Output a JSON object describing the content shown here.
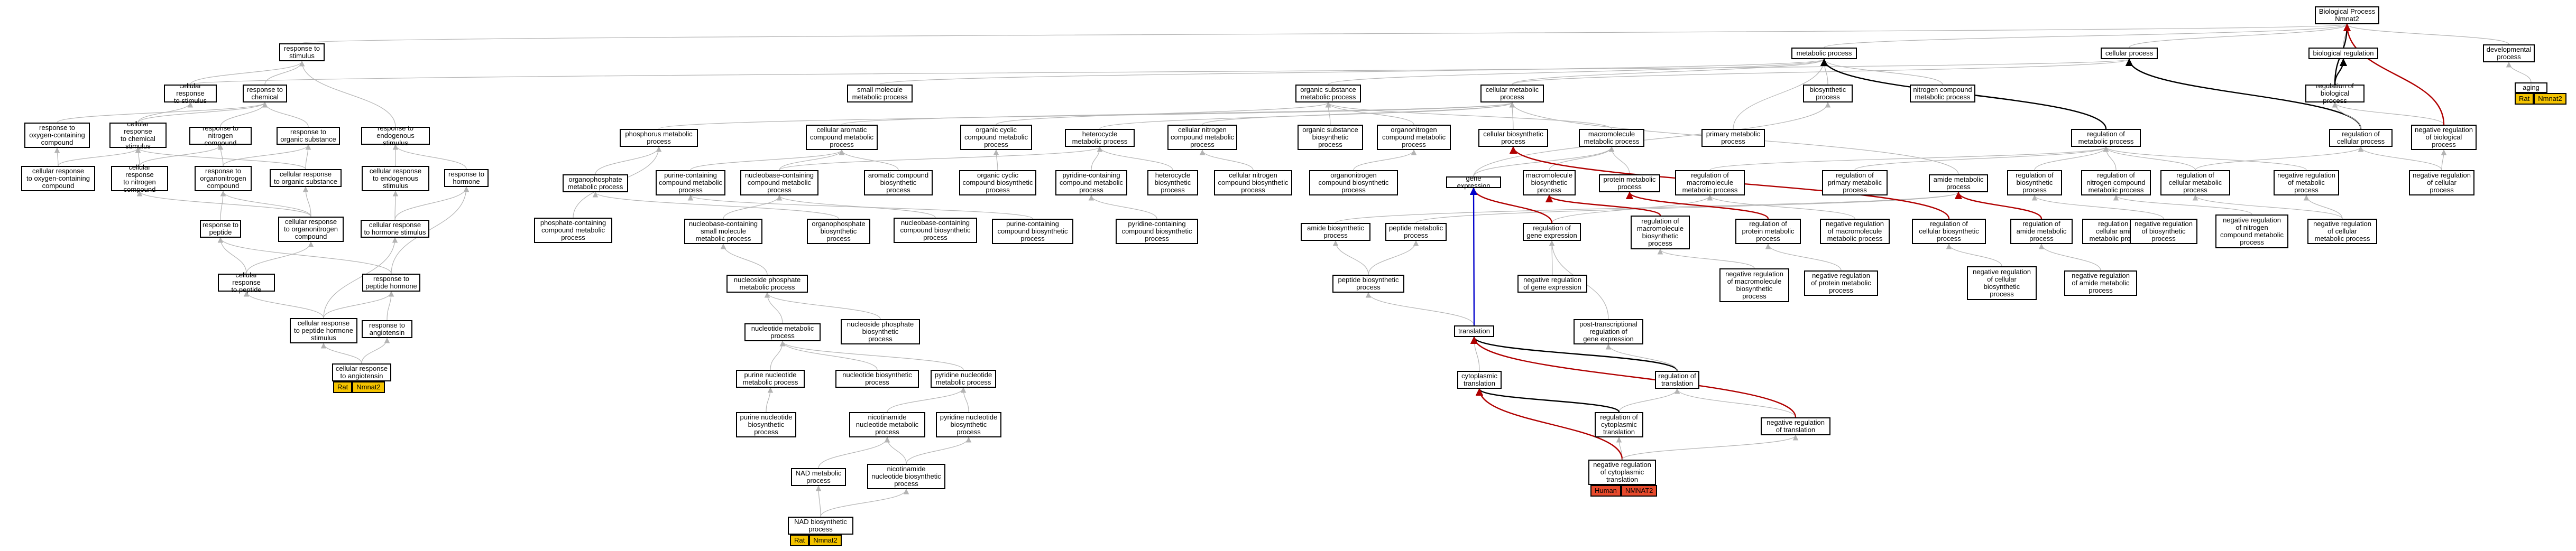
{
  "colors": {
    "arrow_grey": "#b4b4b4",
    "arrow_black": "#000000",
    "arrow_red": "#b00000",
    "arrow_blue": "#0000cc",
    "tag_yellow": "#f5c400",
    "tag_red": "#e84a2c"
  },
  "nodes": {
    "response_to_stimulus": "response to\nstimulus",
    "cellular_response_to_stimulus": "cellular response\nto stimulus",
    "response_to_chemical": "response to\nchemical",
    "resp_oxygen": "response to\noxygen-containing\ncompound",
    "cell_resp_chemical": "cellular response\nto chemical\nstimulus",
    "resp_nitrogen": "response to\nnitrogen compound",
    "resp_organic": "response to\norganic substance",
    "resp_endogenous": "response to\nendogenous stimulus",
    "cell_resp_oxygen": "cellular response\nto oxygen-containing\ncompound",
    "cell_resp_nitrogen": "cellular response\nto nitrogen\ncompound",
    "resp_organonitrogen": "response to\norganonitrogen\ncompound",
    "cell_resp_organic": "cellular response\nto organic substance",
    "cell_resp_endogenous": "cellular response\nto endogenous\nstimulus",
    "resp_hormone": "response to\nhormone",
    "resp_peptide": "response to\npeptide",
    "cell_resp_organonitrogen": "cellular response\nto organonitrogen\ncompound",
    "cell_resp_hormone": "cellular response\nto hormone stimulus",
    "cell_resp_peptide": "cellular response\nto peptide",
    "resp_peptide_hormone": "response to\npeptide hormone",
    "cell_resp_peptide_hormone": "cellular response\nto peptide hormone\nstimulus",
    "resp_angiotensin": "response to\nangiotensin",
    "cell_resp_angiotensin": "cellular response\nto angiotensin",
    "small_molecule": "small molecule\nmetabolic process",
    "organic_substance_metabolic": "organic substance\nmetabolic process",
    "cellular_metabolic": "cellular metabolic\nprocess",
    "metabolic_process": "metabolic process",
    "cellular_process": "cellular process",
    "biological_process": "Biological Process\nNmnat2",
    "biological_regulation": "biological regulation",
    "developmental_process": "developmental\nprocess",
    "aging": "aging",
    "phosphorus_metabolic": "phosphorus metabolic\nprocess",
    "cellular_aromatic": "cellular aromatic\ncompound metabolic\nprocess",
    "organic_cyclic_metabolic": "organic cyclic\ncompound metabolic\nprocess",
    "heterocycle_metabolic": "heterocycle\nmetabolic process",
    "cellular_nitrogen_metabolic": "cellular nitrogen\ncompound metabolic\nprocess",
    "organic_substance_biosynthetic": "organic substance\nbiosynthetic\nprocess",
    "organonitrogen_metabolic": "organonitrogen\ncompound metabolic\nprocess",
    "cellular_biosynthetic": "cellular biosynthetic\nprocess",
    "macromolecule_metabolic": "macromolecule\nmetabolic process",
    "primary_metabolic": "primary metabolic\nprocess",
    "biosynthetic_process": "biosynthetic\nprocess",
    "nitrogen_compound_metabolic": "nitrogen compound\nmetabolic process",
    "regulation_metabolic": "regulation of\nmetabolic process",
    "regulation_biological": "regulation of\nbiological process",
    "regulation_cellular": "regulation of\ncellular process",
    "neg_reg_biological": "negative regulation\nof biological\nprocess",
    "organophosphate_metabolic": "organophosphate\nmetabolic process",
    "purine_containing_metabolic": "purine-containing\ncompound metabolic\nprocess",
    "nucleobase_containing_metabolic": "nucleobase-containing\ncompound metabolic\nprocess",
    "aromatic_biosynthetic": "aromatic compound\nbiosynthetic\nprocess",
    "organic_cyclic_biosynthetic": "organic cyclic\ncompound biosynthetic\nprocess",
    "pyridine_containing_metabolic": "pyridine-containing\ncompound metabolic\nprocess",
    "heterocycle_biosynthetic": "heterocycle\nbiosynthetic\nprocess",
    "cellular_nitrogen_biosynthetic": "cellular nitrogen\ncompound biosynthetic\nprocess",
    "organonitrogen_biosynthetic": "organonitrogen\ncompound biosynthetic\nprocess",
    "gene_expression": "gene expression",
    "macromolecule_biosynthetic": "macromolecule\nbiosynthetic\nprocess",
    "protein_metabolic": "protein metabolic\nprocess",
    "reg_macromolecule_metabolic": "regulation of\nmacromolecule\nmetabolic process",
    "reg_primary_metabolic": "regulation of\nprimary metabolic\nprocess",
    "amide_metabolic": "amide metabolic\nprocess",
    "reg_biosynthetic": "regulation of\nbiosynthetic\nprocess",
    "reg_nitrogen_metabolic": "regulation of\nnitrogen compound\nmetabolic process",
    "reg_cellular_metabolic": "regulation of\ncellular metabolic\nprocess",
    "neg_reg_metabolic": "negative regulation\nof metabolic\nprocess",
    "neg_reg_cellular": "negative regulation\nof cellular\nprocess",
    "phosphate_containing_metabolic": "phosphate-containing\ncompound metabolic\nprocess",
    "nucleobase_small_molecule": "nucleobase-containing\nsmall molecule\nmetabolic process",
    "organophosphate_biosynthetic": "organophosphate\nbiosynthetic\nprocess",
    "nucleobase_biosynthetic": "nucleobase-containing\ncompound biosynthetic\nprocess",
    "purine_containing_biosynthetic": "purine-containing\ncompound biosynthetic\nprocess",
    "pyridine_containing_biosynthetic": "pyridine-containing\ncompound biosynthetic\nprocess",
    "amide_biosynthetic": "amide biosynthetic\nprocess",
    "peptide_metabolic": "peptide metabolic\nprocess",
    "reg_gene_expression": "regulation of\ngene expression",
    "reg_macromolecule_biosynthetic": "regulation of\nmacromolecule\nbiosynthetic\nprocess",
    "reg_protein_metabolic": "regulation of\nprotein metabolic\nprocess",
    "neg_reg_macromolecule_metabolic": "negative regulation\nof macromolecule\nmetabolic process",
    "reg_cellular_biosynthetic": "regulation of\ncellular biosynthetic\nprocess",
    "reg_amide_metabolic": "regulation of\namide metabolic\nprocess",
    "reg_cellular_amide": "regulation of\ncellular amide\nmetabolic process",
    "neg_reg_biosynthetic": "negative regulation\nof biosynthetic\nprocess",
    "neg_reg_nitrogen_metabolic": "negative regulation\nof nitrogen\ncompound metabolic\nprocess",
    "neg_reg_cellular_metabolic": "negative regulation\nof cellular\nmetabolic process",
    "nucleoside_phosphate_metabolic": "nucleoside phosphate\nmetabolic process",
    "peptide_biosynthetic": "peptide biosynthetic\nprocess",
    "neg_reg_gene_expression": "negative regulation\nof gene expression",
    "neg_reg_macromolecule_biosynthetic": "negative regulation\nof macromolecule\nbiosynthetic\nprocess",
    "neg_reg_protein_metabolic": "negative regulation\nof protein metabolic\nprocess",
    "neg_reg_cellular_biosynthetic": "negative regulation\nof cellular\nbiosynthetic\nprocess",
    "neg_reg_amide_metabolic": "negative regulation\nof amide metabolic\nprocess",
    "nucleotide_metabolic": "nucleotide metabolic\nprocess",
    "nucleoside_phosphate_biosynthetic": "nucleoside phosphate\nbiosynthetic\nprocess",
    "translation": "translation",
    "post_transcriptional": "post-transcriptional\nregulation of\ngene expression",
    "purine_nucleotide_metabolic": "purine nucleotide\nmetabolic process",
    "nucleotide_biosynthetic": "nucleotide biosynthetic\nprocess",
    "pyridine_nucleotide_metabolic": "pyridine nucleotide\nmetabolic process",
    "cytoplasmic_translation": "cytoplasmic\ntranslation",
    "reg_translation": "regulation of\ntranslation",
    "purine_nucleotide_biosynthetic": "purine nucleotide\nbiosynthetic\nprocess",
    "nicotinamide_metabolic": "nicotinamide\nnucleotide metabolic\nprocess",
    "pyridine_nucleotide_biosynthetic": "pyridine nucleotide\nbiosynthetic\nprocess",
    "reg_cytoplasmic_translation": "regulation of\ncytoplasmic\ntranslation",
    "neg_reg_translation": "negative regulation\nof translation",
    "nad_metabolic": "NAD metabolic\nprocess",
    "nicotinamide_biosynthetic": "nicotinamide\nnucleotide biosynthetic\nprocess",
    "neg_reg_cytoplasmic_translation": "negative regulation\nof cytoplasmic\ntranslation",
    "nad_biosynthetic": "NAD biosynthetic\nprocess"
  },
  "tags": {
    "angiotensin": [
      "Rat",
      "Nmnat2"
    ],
    "aging": [
      "Rat",
      "Nmnat2"
    ],
    "nad": [
      "Rat",
      "Nmnat2"
    ],
    "cytoplasmic": [
      "Human",
      "NMNAT2"
    ]
  }
}
